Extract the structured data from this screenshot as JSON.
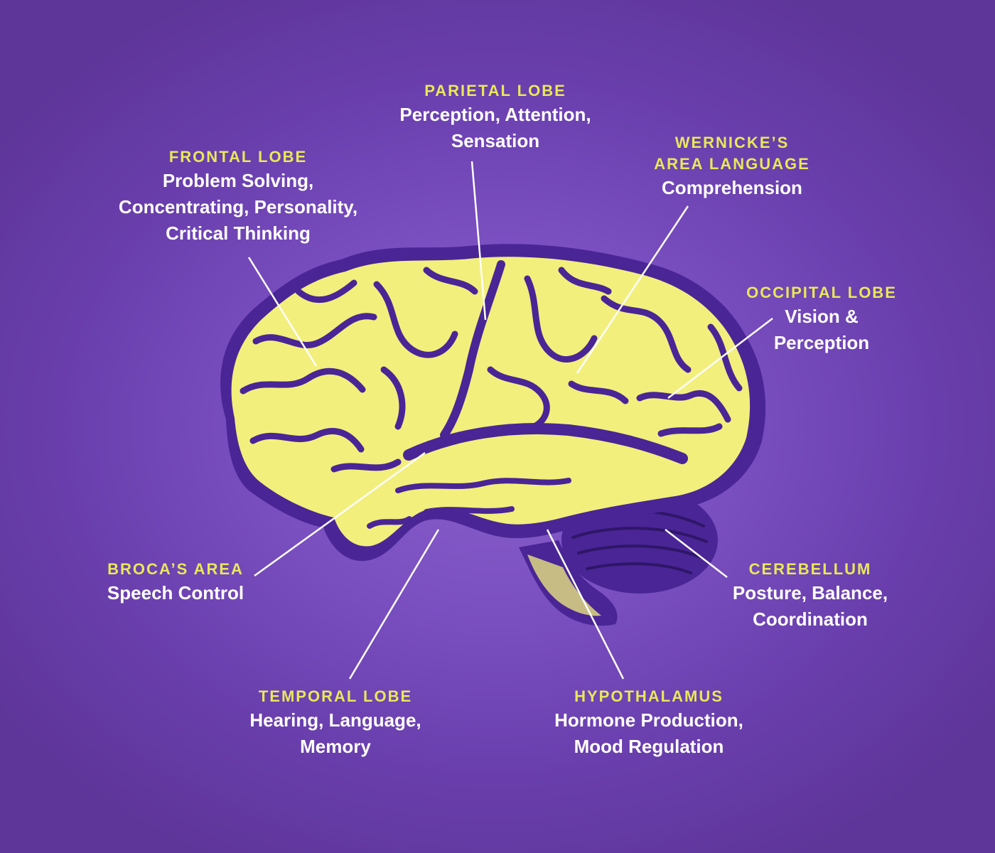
{
  "colors": {
    "background": "#6a3fae",
    "brain_fill": "#f2ef7c",
    "brain_shadow": "#4a2596",
    "title_text": "#e8e85a",
    "desc_text": "#ffffff",
    "leader_line": "#ffffff"
  },
  "labels": {
    "parietal": {
      "title": "PARIETAL LOBE",
      "desc": [
        "Perception, Attention,",
        "Sensation"
      ]
    },
    "frontal": {
      "title": "FRONTAL LOBE",
      "desc": [
        "Problem Solving,",
        "Concentrating, Personality,",
        "Critical Thinking"
      ]
    },
    "wernicke": {
      "title": [
        "WERNICKE’S",
        "AREA LANGUAGE"
      ],
      "desc": [
        "Comprehension"
      ]
    },
    "occipital": {
      "title": "OCCIPITAL LOBE",
      "desc": [
        "Vision &",
        "Perception"
      ]
    },
    "broca": {
      "title": "BROCA’S AREA",
      "desc": [
        "Speech Control"
      ]
    },
    "cerebellum": {
      "title": "CEREBELLUM",
      "desc": [
        "Posture, Balance,",
        "Coordination"
      ]
    },
    "temporal": {
      "title": "TEMPORAL LOBE",
      "desc": [
        "Hearing, Language,",
        "Memory"
      ]
    },
    "hypothalamus": {
      "title": "HYPOTHALAMUS",
      "desc": [
        "Hormone Production,",
        "Mood Regulation"
      ]
    }
  }
}
